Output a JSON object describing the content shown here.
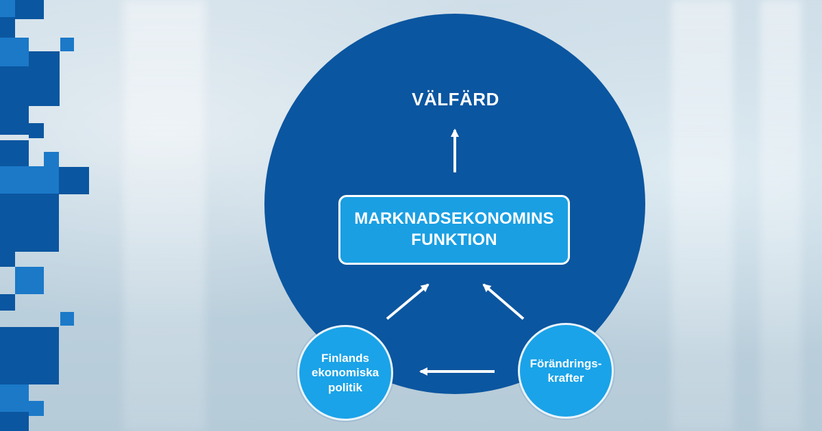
{
  "diagram": {
    "title": "VÄLFÄRD",
    "center_label": "MARKNADSEKONOMINS\nFUNKTION",
    "left_circle_label": "Finlands\nekonomiska\npolitik",
    "right_circle_label": "Förändrings-\nkrafter"
  },
  "colors": {
    "big_circle": "#0b56a0",
    "small_circle": "#1aa3e8",
    "center_box": "#1a9fe3",
    "text": "#ffffff"
  }
}
